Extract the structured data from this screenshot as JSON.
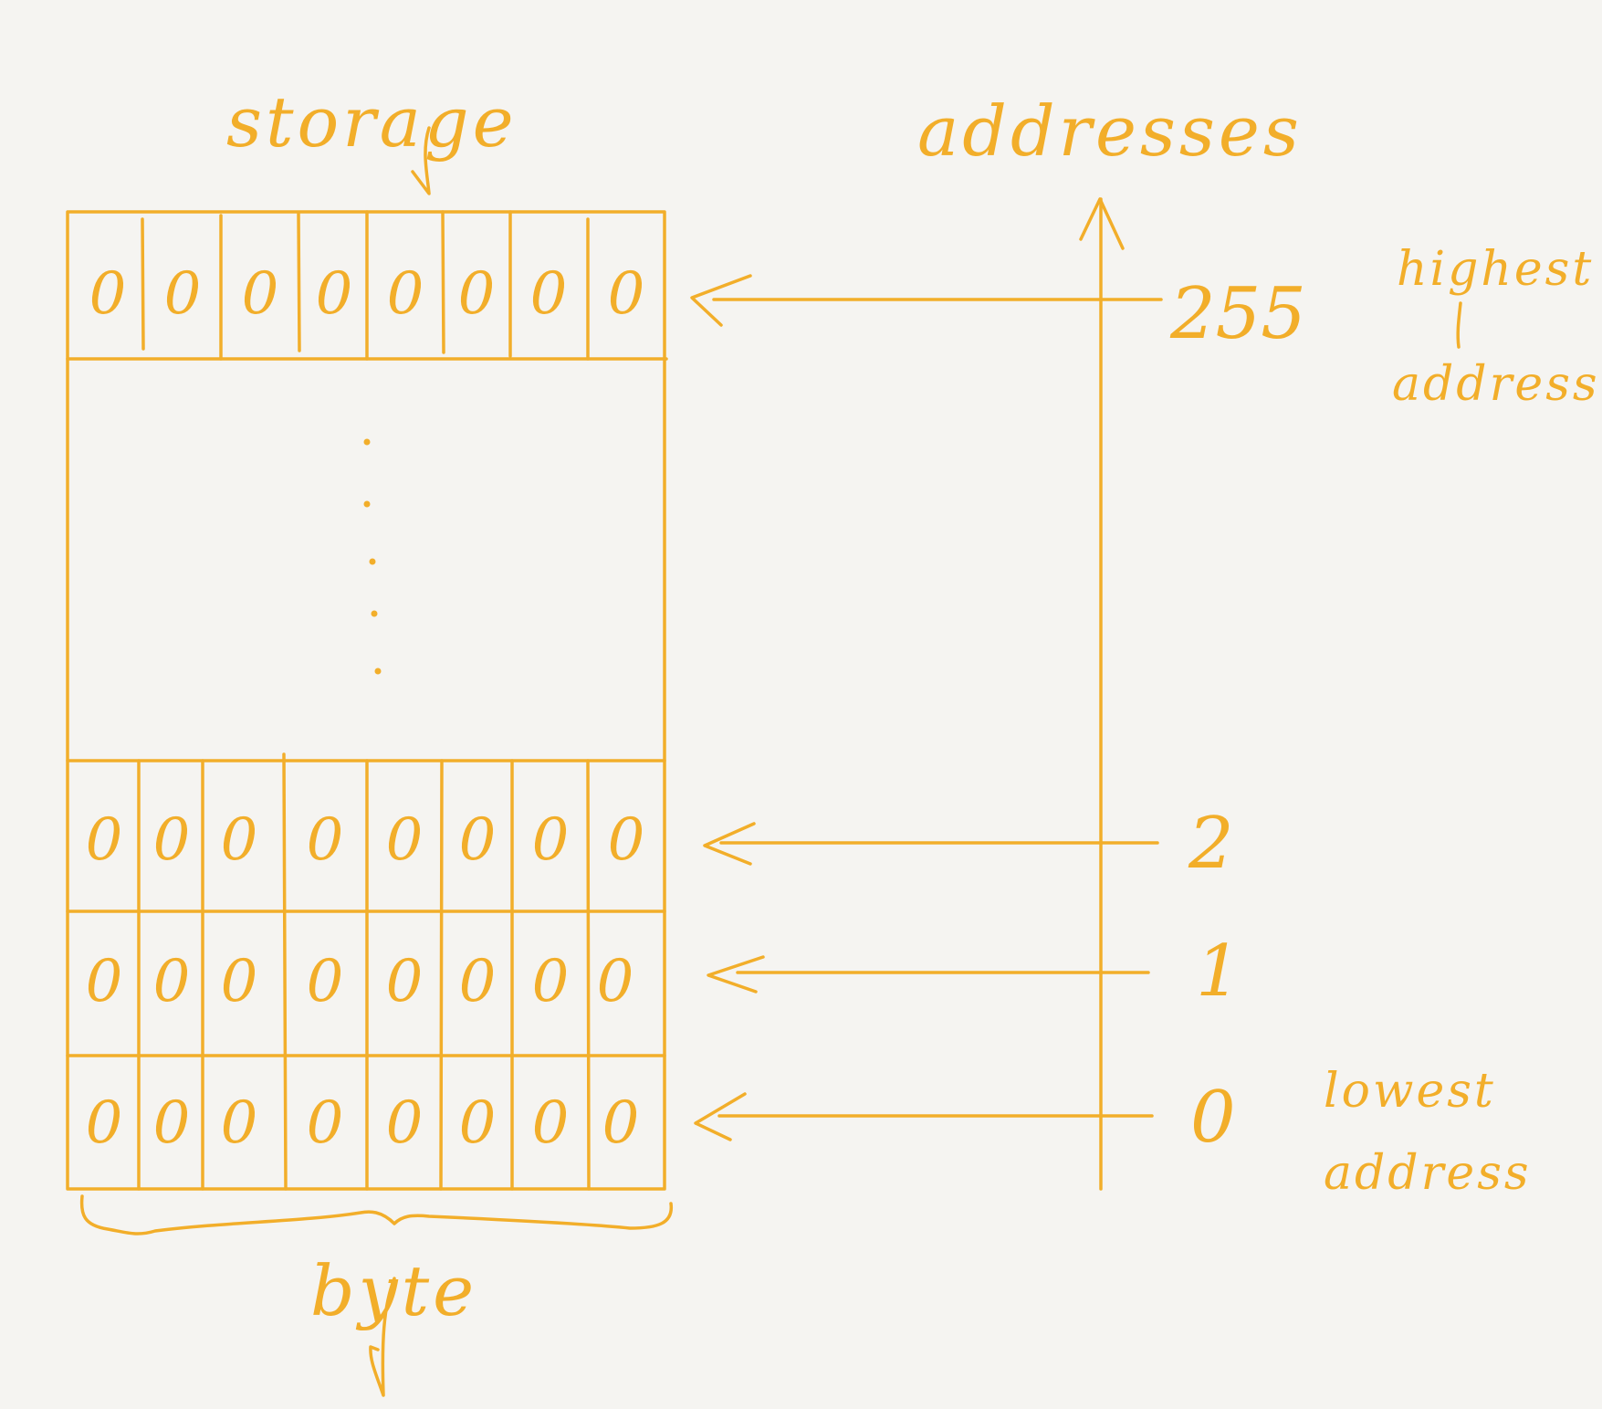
{
  "labels": {
    "storage": "storage",
    "addresses": "addresses",
    "byte": "byte",
    "highest_address_line1": "highest",
    "highest_address_line2": "address",
    "lowest_address_line1": "lowest",
    "lowest_address_line2": "address"
  },
  "addresses": {
    "top": "255",
    "two": "2",
    "one": "1",
    "zero": "0"
  },
  "rows": {
    "r255": [
      "0",
      "0",
      "0",
      "0",
      "0",
      "0",
      "0",
      "0"
    ],
    "r2": [
      "0",
      "0",
      "0",
      "0",
      "0",
      "0",
      "0",
      "0"
    ],
    "r1": [
      "0",
      "0",
      "0",
      "0",
      "0",
      "0",
      "0",
      "0"
    ],
    "r0": [
      "0",
      "0",
      "0",
      "0",
      "0",
      "0",
      "0",
      "0"
    ]
  },
  "ellipsis_dots": 5
}
